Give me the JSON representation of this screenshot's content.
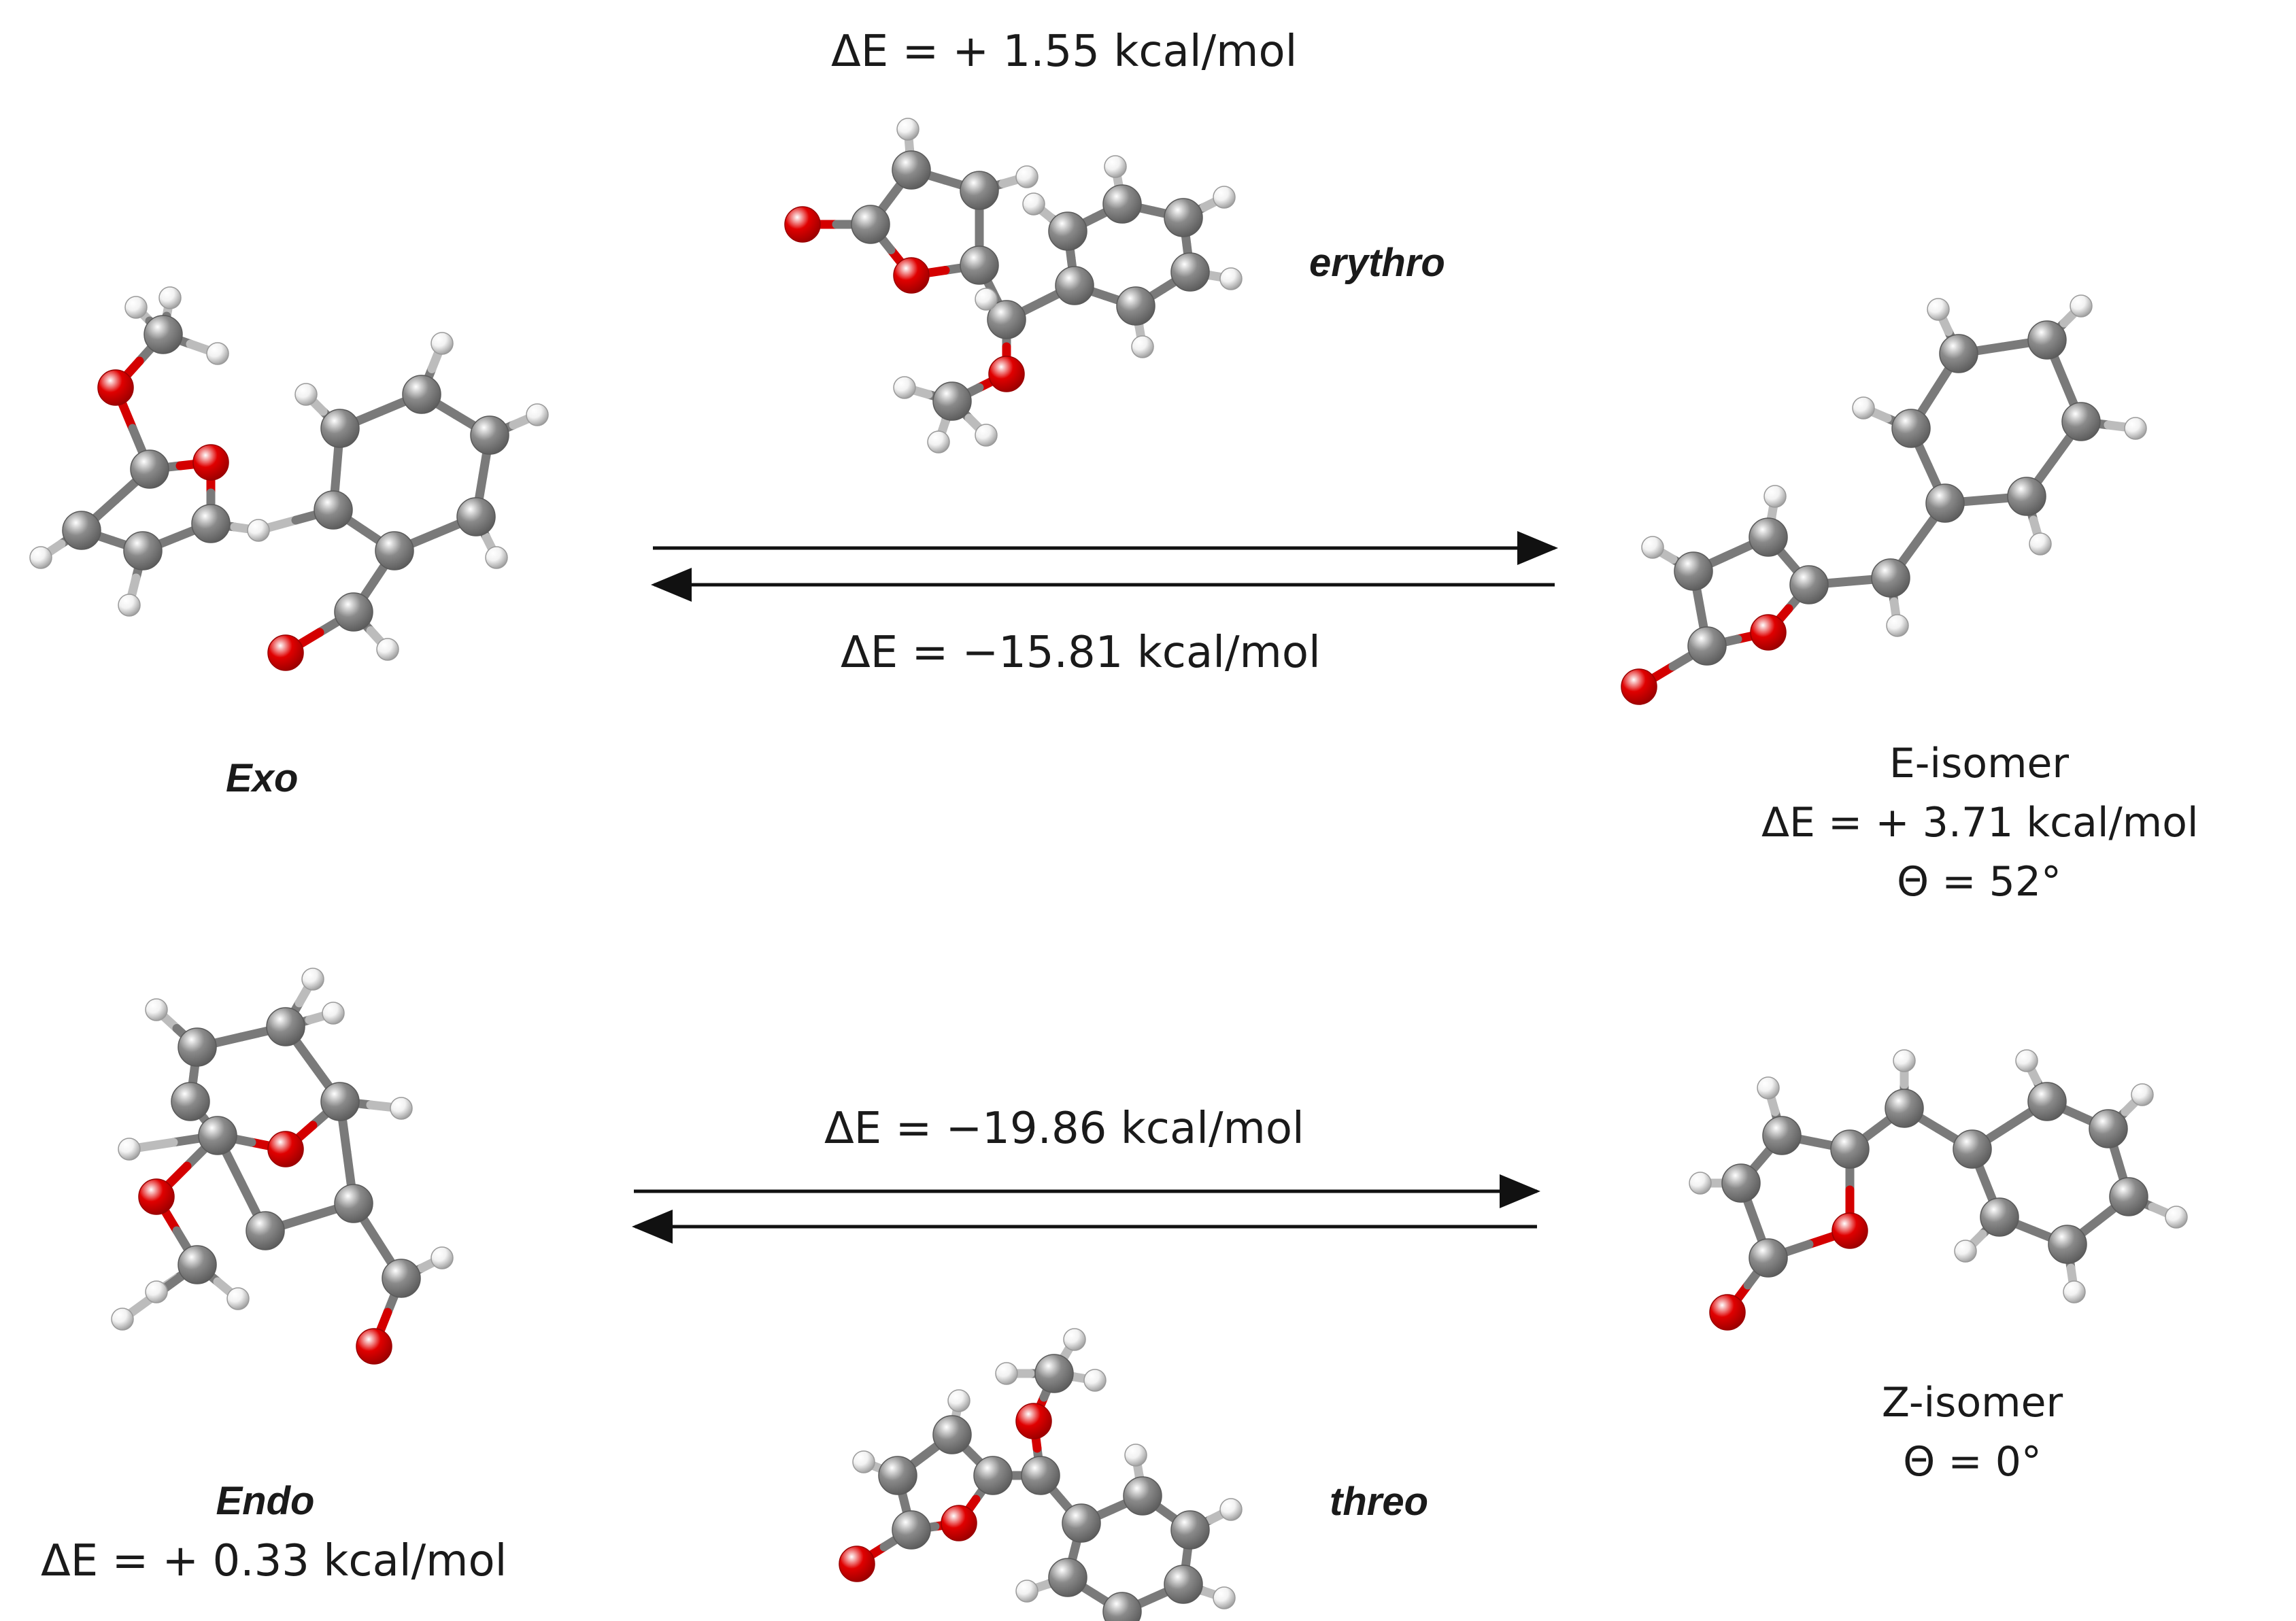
{
  "scheme": {
    "top_energy": "ΔE = + 1.55 kcal/mol",
    "erythro_label": "erythro",
    "exo_label": "Exo",
    "top_reaction_energy": "ΔE = −15.81 kcal/mol",
    "e_isomer": {
      "name": "E-isomer",
      "energy": "ΔE = + 3.71 kcal/mol",
      "angle": "Θ = 52°"
    },
    "bottom_reaction_energy": "ΔE = −19.86 kcal/mol",
    "endo": {
      "name": "Endo",
      "energy": "ΔE = + 0.33 kcal/mol"
    },
    "threo_label": "threo",
    "z_isomer": {
      "name": "Z-isomer",
      "angle": "Θ = 0°"
    }
  },
  "colors": {
    "carbon": "#8a8a8a",
    "oxygen": "#e00000",
    "hydrogen": "#f2f2f2",
    "arrow": "#111111"
  }
}
